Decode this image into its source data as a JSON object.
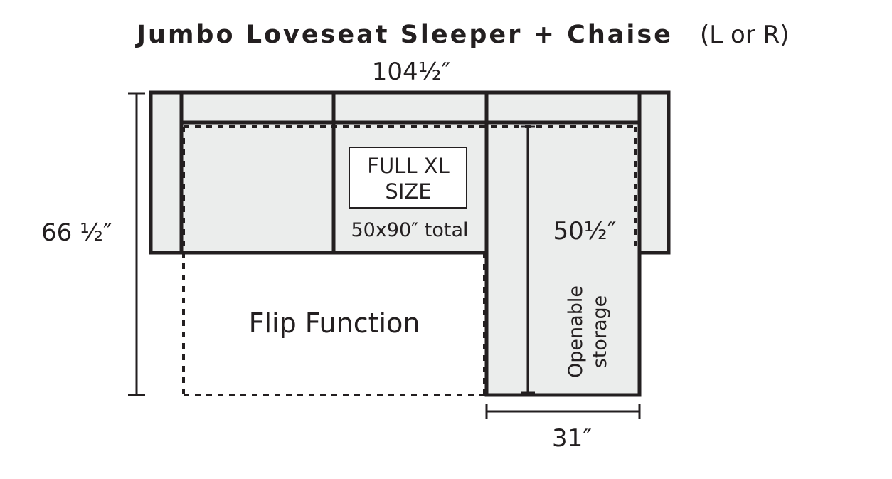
{
  "title": {
    "main": "Jumbo Loveseat Sleeper + Chaise",
    "sub": "(L or R)"
  },
  "dimensions": {
    "width": "104½″",
    "depth": "66 ½″",
    "chaise_length": "50½″",
    "chaise_width": "31″"
  },
  "labels": {
    "bed_size_line1": "FULL XL",
    "bed_size_line2": "SIZE",
    "bed_total": "50x90″ total",
    "flip_function": "Flip Function",
    "storage_line1": "Openable",
    "storage_line2": "storage"
  },
  "colors": {
    "line": "#231f20",
    "fill": "#ebedec"
  }
}
